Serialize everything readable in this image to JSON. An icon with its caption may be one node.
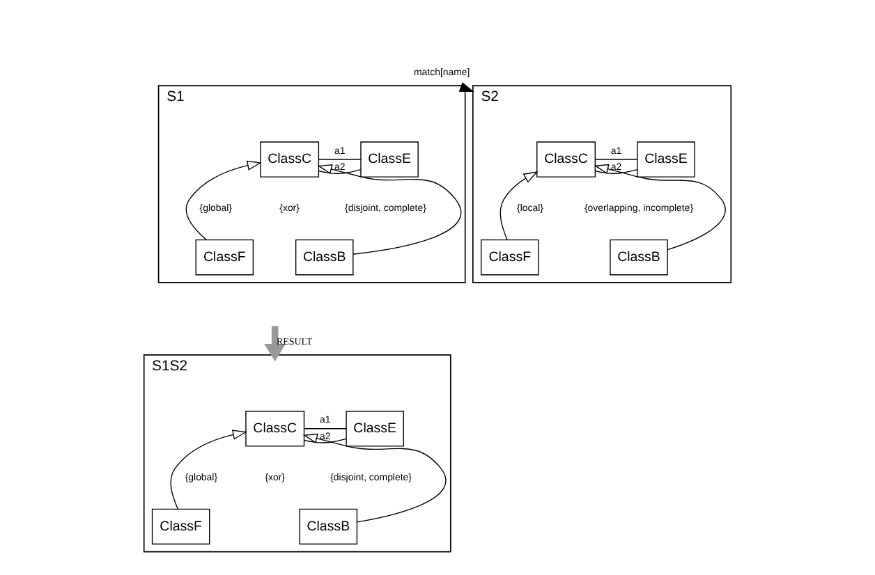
{
  "diagram": {
    "nodes": [
      {
        "text": [
          "S1"
        ]
      },
      {
        "text": [
          "ClassC"
        ],
        "in": 0
      },
      {
        "text": [
          "ClassE"
        ],
        "in": 0
      },
      {
        "text": [
          "ClassB"
        ],
        "in": 0
      },
      {
        "text": [
          "ClassF"
        ],
        "in": 0
      },
      {
        "text": [
          "S2"
        ]
      },
      {
        "text": [
          "ClassC"
        ],
        "in": 5
      },
      {
        "text": [
          "ClassE"
        ],
        "in": 5
      },
      {
        "text": [
          "ClassB"
        ],
        "in": 5
      },
      {
        "text": [
          "ClassF"
        ],
        "in": 5
      },
      {
        "text": [
          "S1S2"
        ]
      },
      {
        "text": [
          "ClassC"
        ],
        "in": 10
      },
      {
        "text": [
          "ClassE"
        ],
        "in": 10
      },
      {
        "text": [
          "ClassB"
        ],
        "in": 10
      },
      {
        "text": [
          "ClassF"
        ],
        "in": 10
      }
    ],
    "edges": [
      {
        "from": 0,
        "to": 5,
        "arrow": "to",
        "label": "match[name]",
        "style": "dashed"
      },
      {
        "from": null,
        "to": 10,
        "arrow": "to",
        "label": "RESULT",
        "style": "thick",
        "color": "#999999"
      },
      {
        "from": 1,
        "to": 2,
        "arrow": "none",
        "label": "a1"
      },
      {
        "from": 1,
        "to": 2,
        "arrow": "none",
        "label": "a2"
      },
      {
        "from": 3,
        "to": 1,
        "arrow": "to"
      },
      {
        "from": 4,
        "to": 1,
        "arrow": "to"
      },
      {
        "from": 6,
        "to": 7,
        "arrow": "none",
        "label": "a1"
      },
      {
        "from": 6,
        "to": 7,
        "arrow": "none",
        "label": "a2"
      },
      {
        "from": 8,
        "to": 6,
        "arrow": "to"
      },
      {
        "from": 9,
        "to": 6,
        "arrow": "to"
      },
      {
        "from": 11,
        "to": 12,
        "arrow": "none",
        "label": "a1"
      },
      {
        "from": 11,
        "to": 12,
        "arrow": "none",
        "label": "a2"
      },
      {
        "from": 13,
        "to": 11,
        "arrow": "to"
      },
      {
        "from": 14,
        "to": 11,
        "arrow": "to"
      }
    ],
    "labels": [
      "{global}",
      "{xor}",
      "{disjoint, complete}",
      "{local}",
      "{overlapping, incomplete}",
      "{global}",
      "{xor}",
      "{disjoint, complete}"
    ]
  }
}
